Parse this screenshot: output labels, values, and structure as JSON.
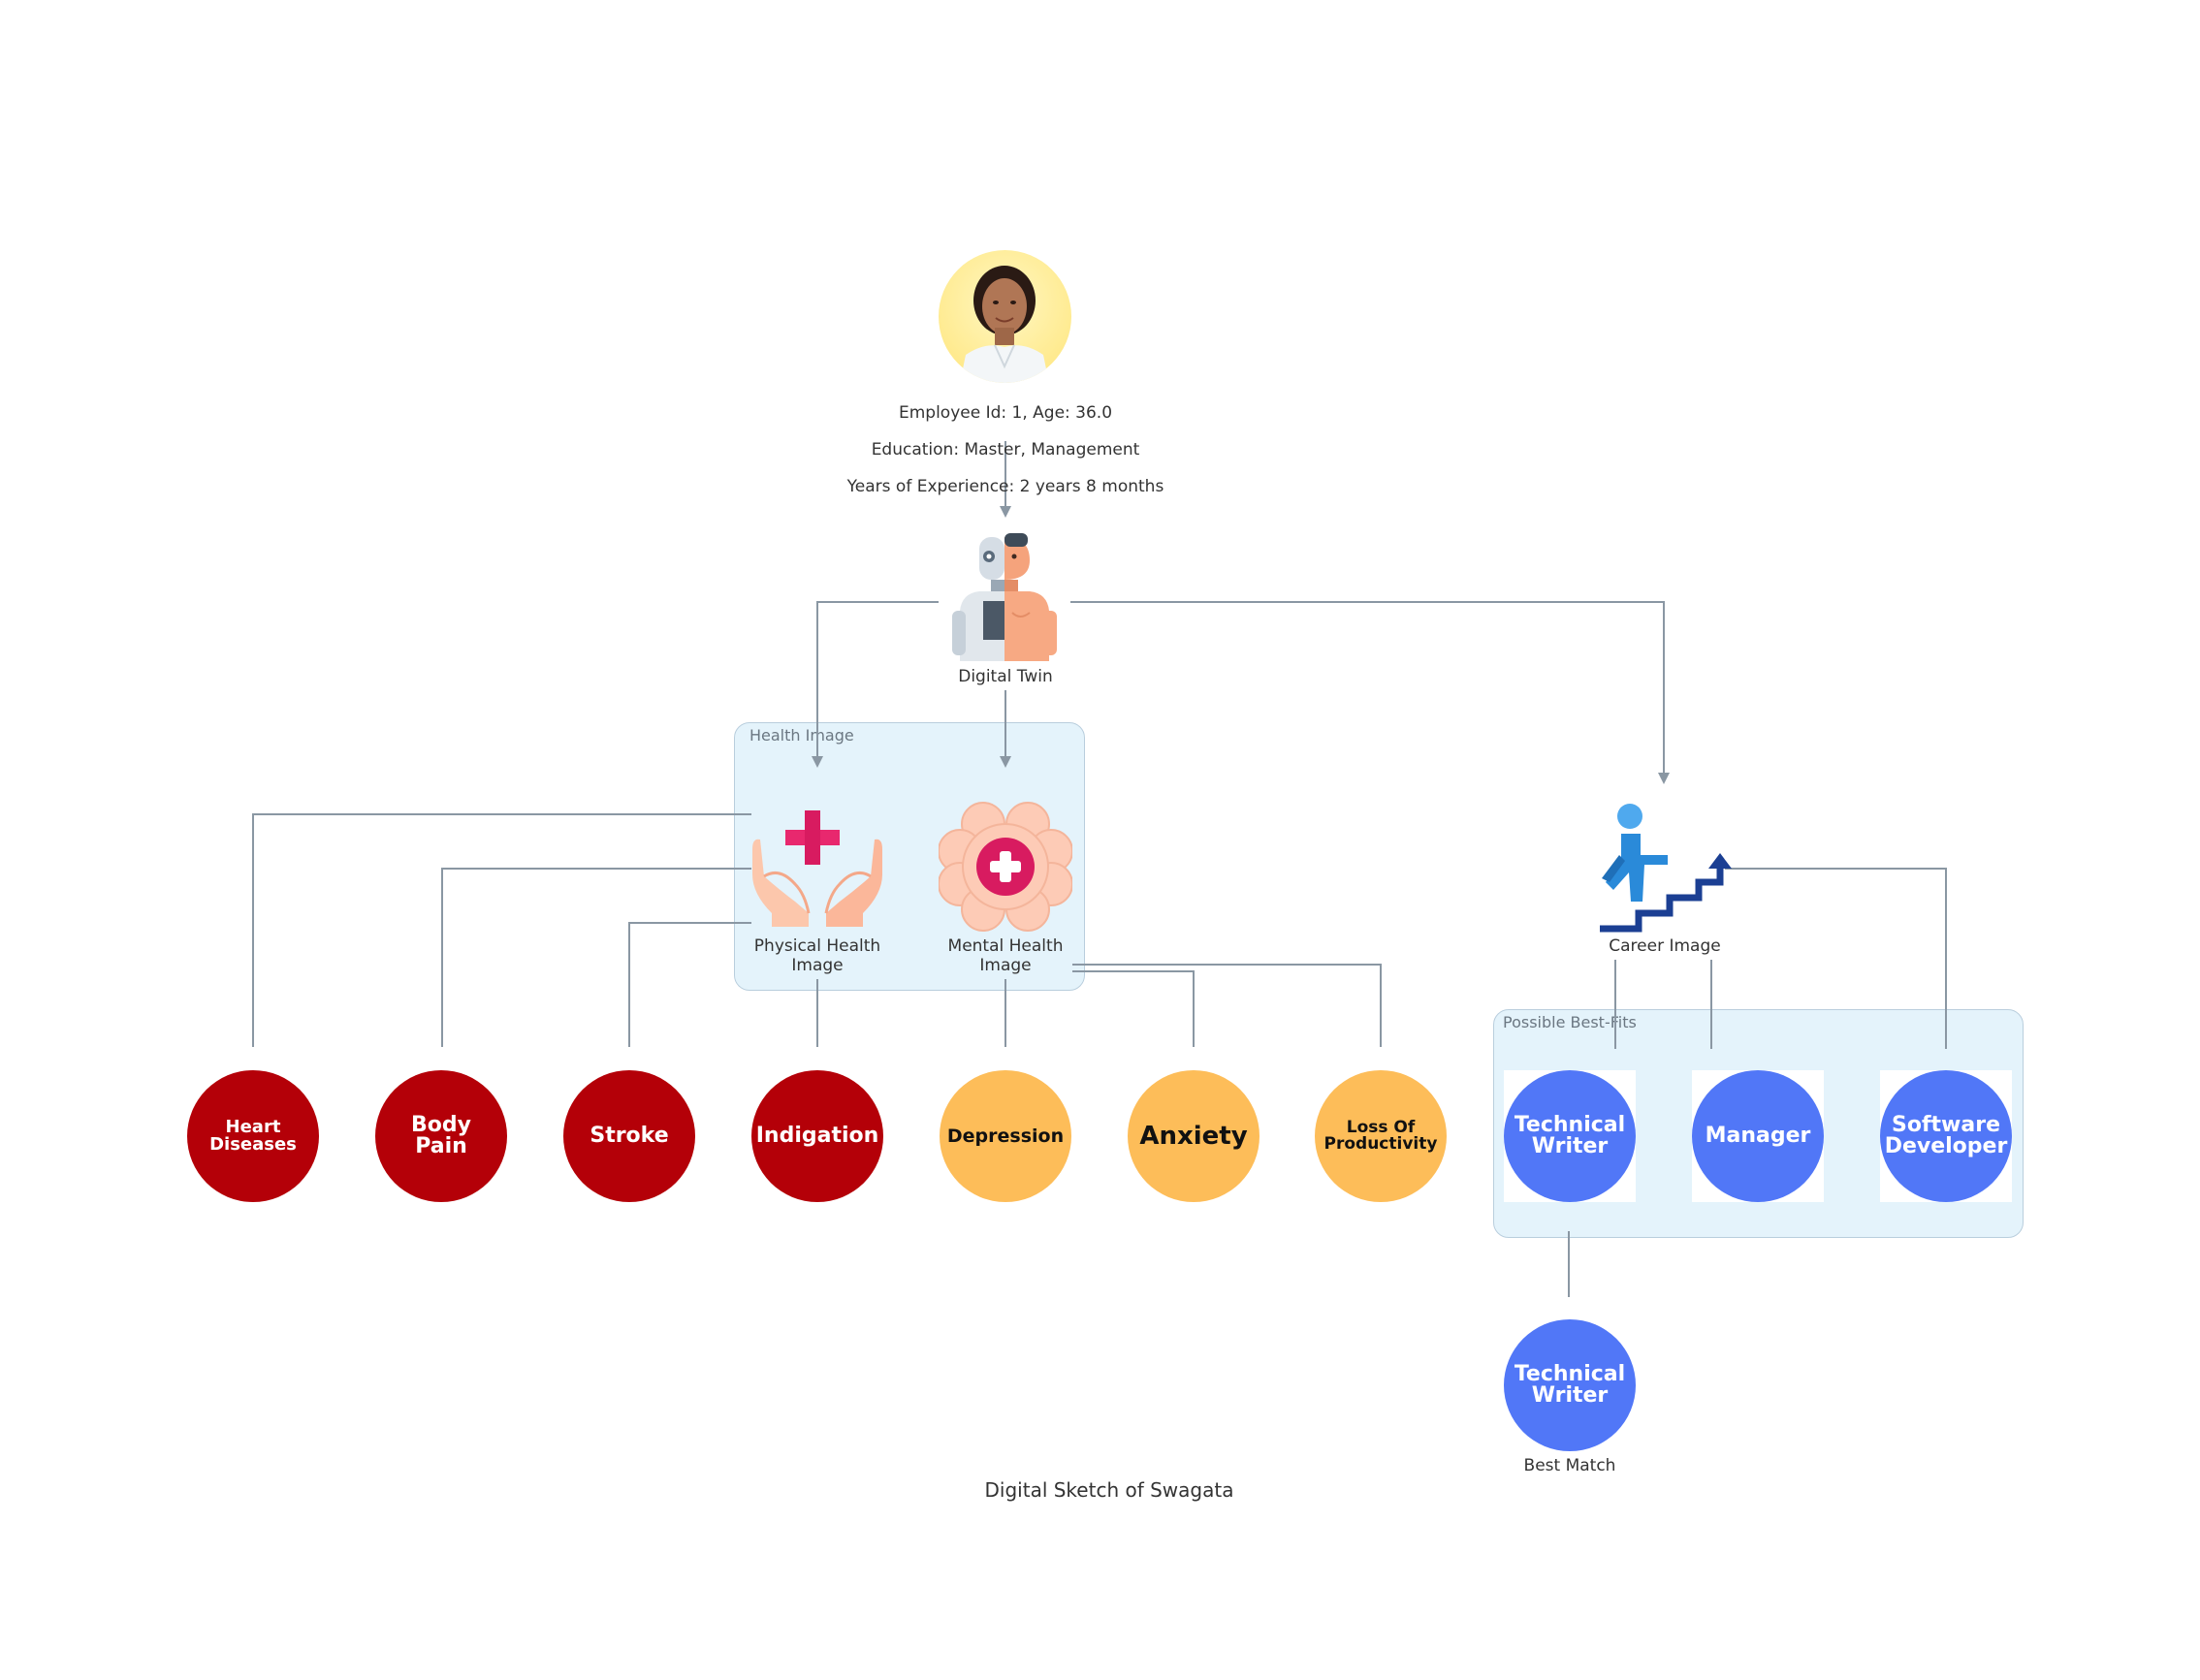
{
  "employee": {
    "info_line1": "Employee Id: 1, Age: 36.0",
    "info_line2": "Education: Master, Management",
    "info_line3": "Years of Experience: 2 years 8 months"
  },
  "digital_twin": {
    "label": "Digital Twin"
  },
  "health_image": {
    "title": "Health Image",
    "physical_label": "Physical Health\nImage",
    "mental_label": "Mental Health\nImage"
  },
  "career": {
    "label": "Career Image",
    "best_fits_title": "Possible Best-Fits",
    "best_fits": [
      "Technical\nWriter",
      "Manager",
      "Software\nDeveloper"
    ],
    "best_match": "Technical\nWriter",
    "best_match_label": "Best Match"
  },
  "conditions": {
    "physical": [
      "Heart\nDiseases",
      "Body Pain",
      "Stroke",
      "Indigation"
    ],
    "mental": [
      "Depression",
      "Anxiety",
      "Loss Of\nProductivity"
    ]
  },
  "caption": "Digital Sketch of Swagata",
  "colors": {
    "physical_circle": "#b40008",
    "mental_circle": "#fdbd59",
    "career_circle": "#5177f7",
    "container_fill": "#e4f3fb",
    "connector": "#8a97a3"
  },
  "icons": {
    "employee": "employee-photo-avatar",
    "digital_twin": "robot-human-twin-icon",
    "physical_health": "hands-medical-cross-icon",
    "mental_health": "brain-plus-icon",
    "career": "climbing-stairs-icon"
  }
}
